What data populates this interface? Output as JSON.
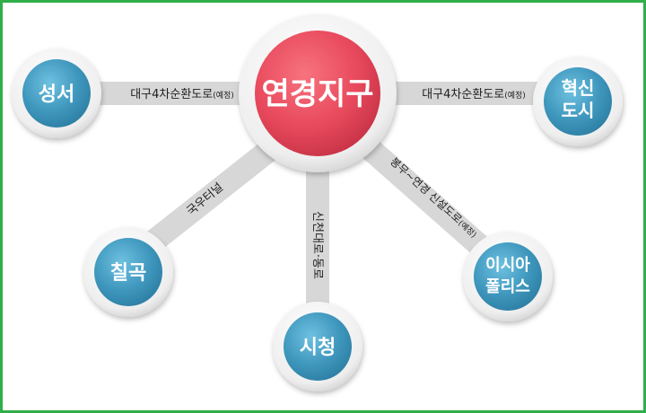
{
  "center": {
    "label": "연경지구",
    "color": "#e8495c"
  },
  "nodes": [
    {
      "id": "seongseo",
      "label": "성서"
    },
    {
      "id": "hyeoksin",
      "label_lines": [
        "혁신",
        "도시"
      ]
    },
    {
      "id": "chilgok",
      "label": "칠곡"
    },
    {
      "id": "sicheong",
      "label": "시청"
    },
    {
      "id": "isiapolis",
      "label_lines": [
        "이시아",
        "폴리스"
      ]
    }
  ],
  "roads": {
    "west": {
      "text": "대구4차순환도로",
      "note": "(예정)"
    },
    "east": {
      "text": "대구4차순환도로",
      "note": "(예정)"
    },
    "southwest": {
      "text": "국우터널"
    },
    "south": {
      "text": "신천대로·동로"
    },
    "southeast": {
      "text": "봉무~연경 신설도로",
      "note": "(예정)"
    }
  },
  "colors": {
    "node": "#3f97bd",
    "road": "#d7d7d7",
    "frame": "#2fae4a"
  }
}
